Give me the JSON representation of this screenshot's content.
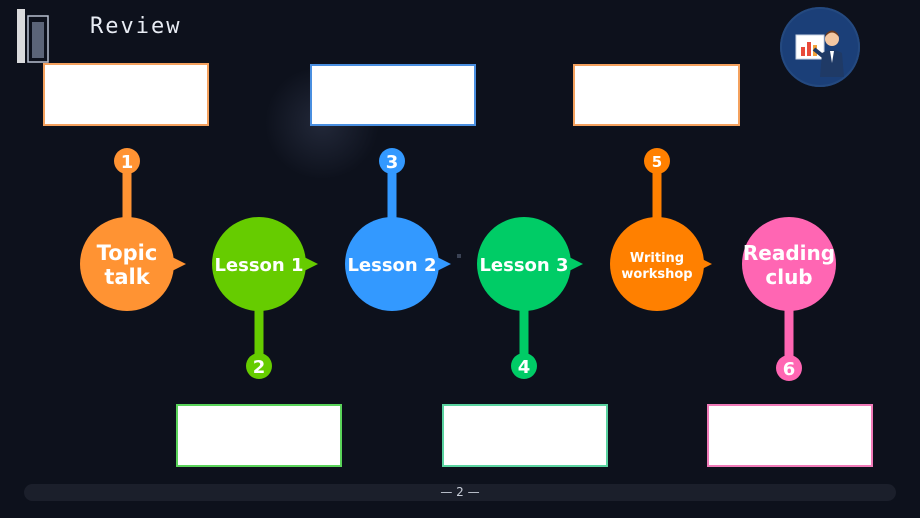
{
  "header": {
    "title": "Review"
  },
  "steps": [
    {
      "num": "1",
      "line1": "Topic",
      "line2": "talk",
      "color": "#ff9333",
      "box_border": "#f4a15e"
    },
    {
      "num": "2",
      "line1": "Lesson 1",
      "line2": "",
      "color": "#66cc00",
      "box_border": "#5ad35a"
    },
    {
      "num": "3",
      "line1": "Lesson 2",
      "line2": "",
      "color": "#3399ff",
      "box_border": "#4a8fe0"
    },
    {
      "num": "4",
      "line1": "Lesson 3",
      "line2": "",
      "color": "#00cc66",
      "box_border": "#5ad3a0"
    },
    {
      "num": "5",
      "line1": "Writing",
      "line2": "workshop",
      "color": "#ff8000",
      "box_border": "#f4a15e"
    },
    {
      "num": "6",
      "line1": "Reading",
      "line2": "club",
      "color": "#ff66b3",
      "box_border": "#f07ab8"
    }
  ],
  "footer": {
    "page_number": "— 2 —"
  }
}
